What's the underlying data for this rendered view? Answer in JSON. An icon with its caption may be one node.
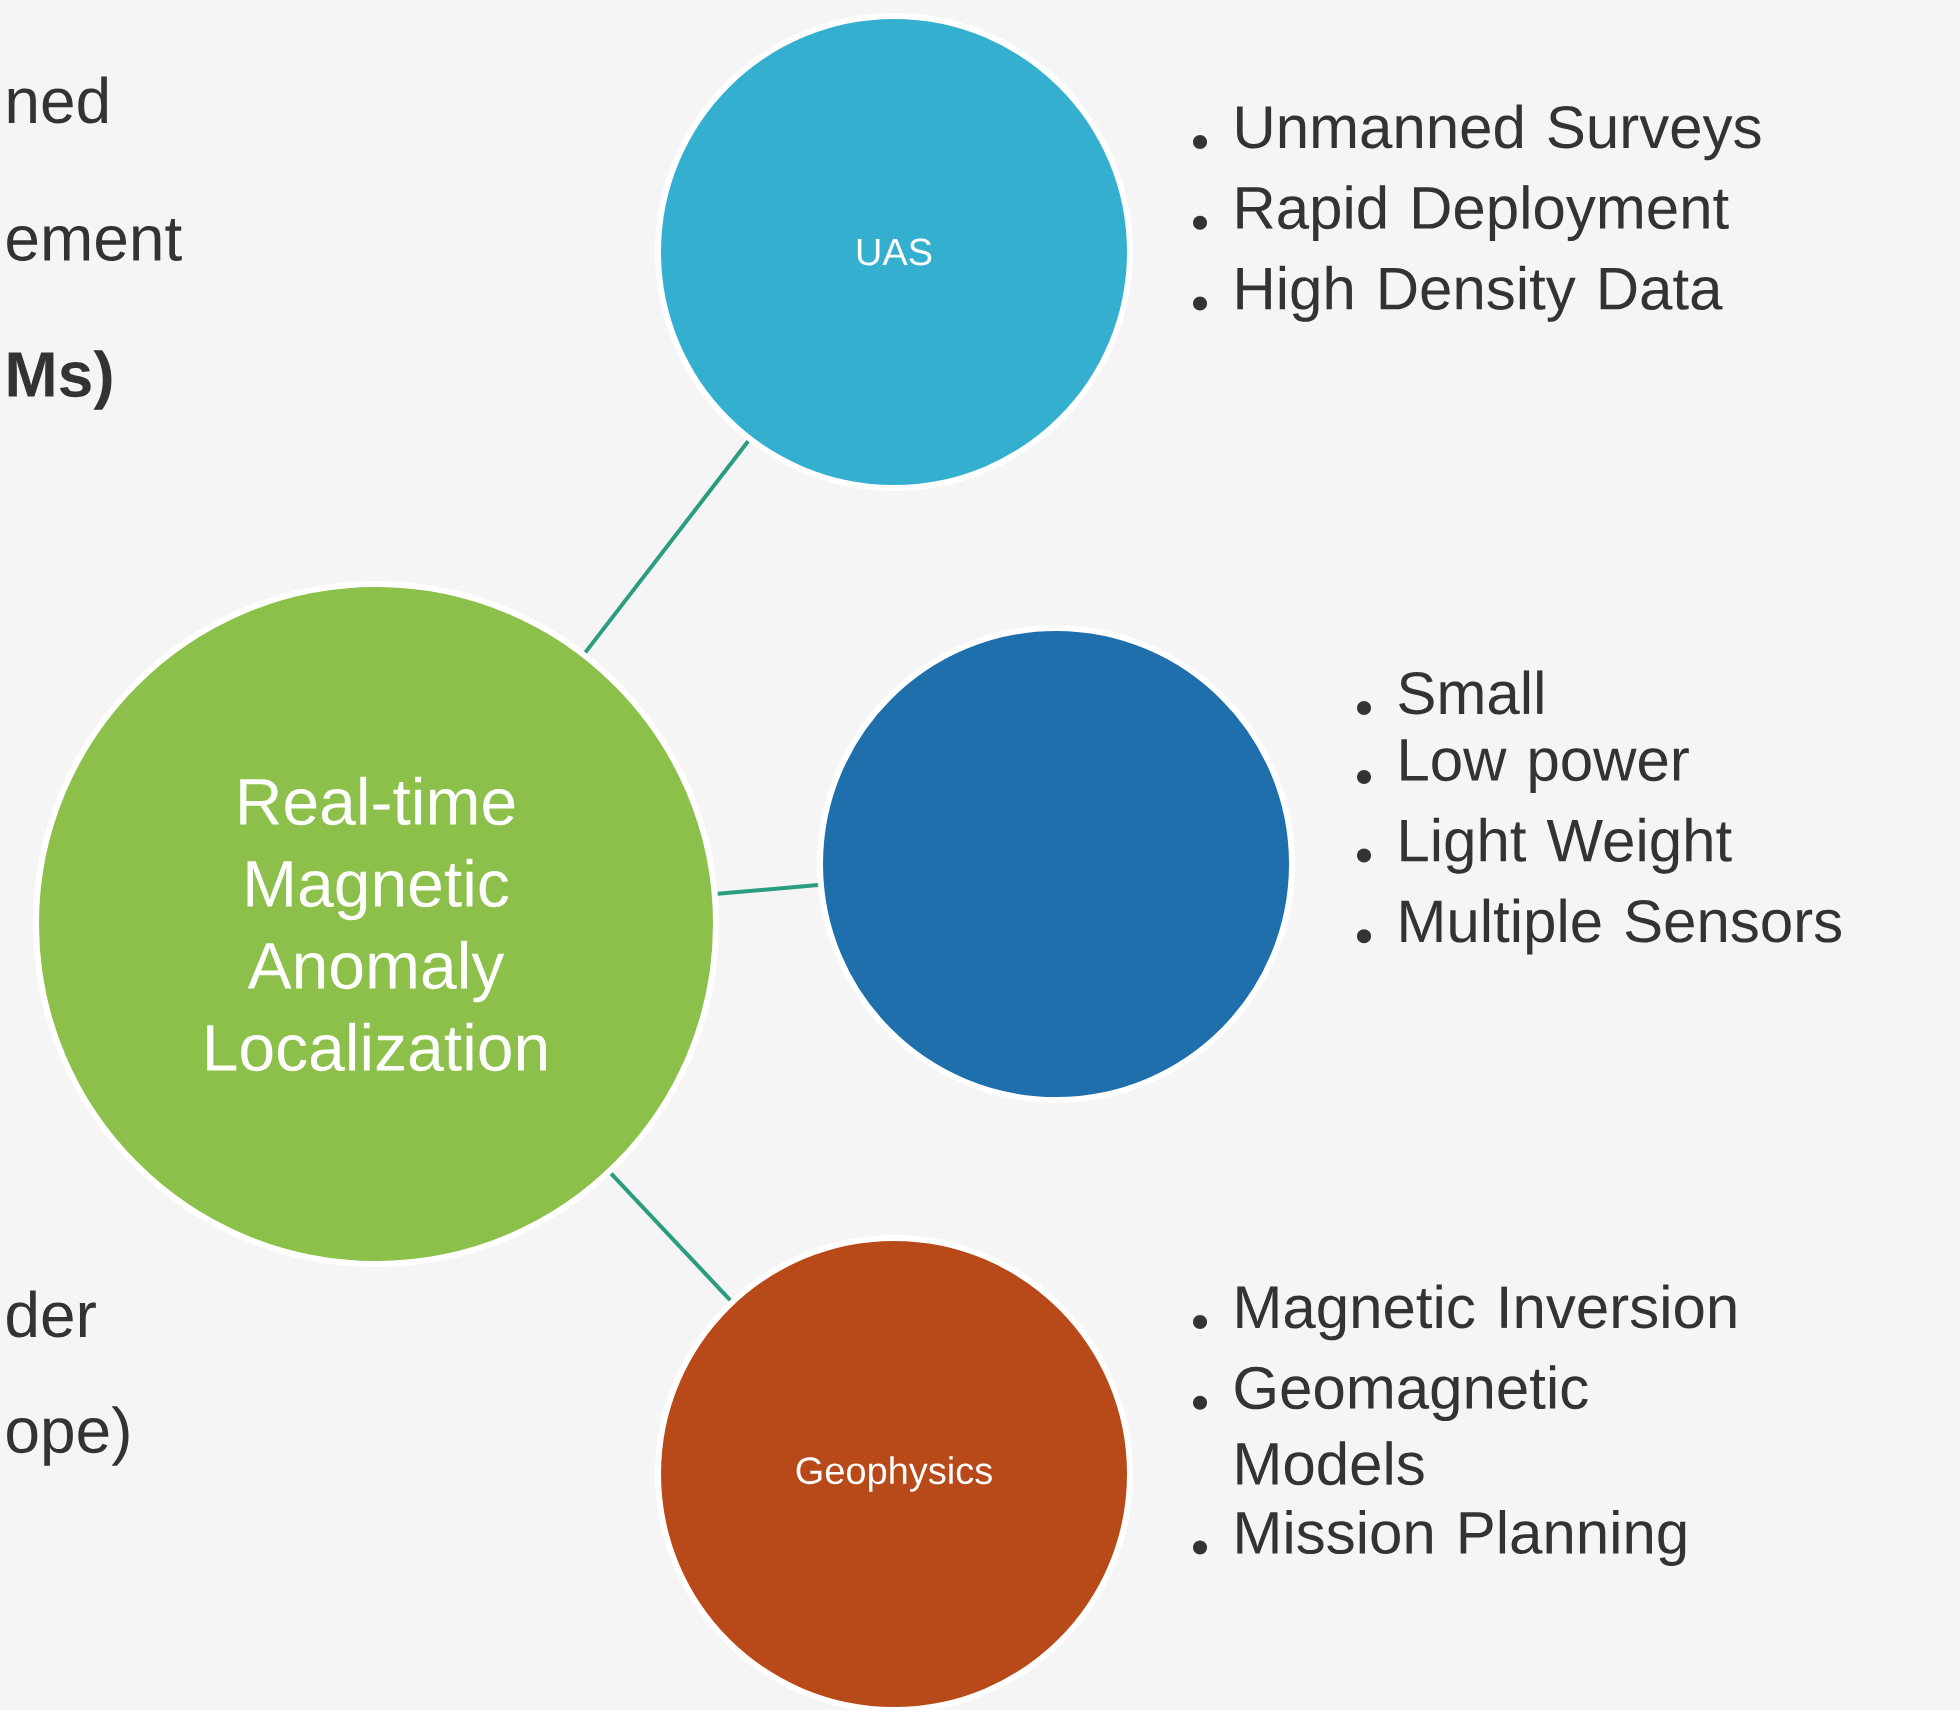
{
  "diagram": {
    "nodes": [
      {
        "text": [
          "Real-time Magnetic Anomaly Localization"
        ]
      },
      {
        "text": [
          "UAS"
        ],
        "beside": [
          "Unmanned Surveys",
          "Rapid Deployment",
          "High Density Data"
        ]
      },
      {
        "text": [],
        "shape": "circle",
        "beside": [
          "Small",
          "Low power",
          "Light Weight",
          "Multiple Sensors"
        ]
      },
      {
        "text": [
          "Geophysics"
        ],
        "beside": [
          "Magnetic Inversion",
          "Geomagnetic Models",
          "Mission Planning"
        ]
      }
    ],
    "edges": [
      {
        "from": 0,
        "to": 1,
        "arrow": "none"
      },
      {
        "from": 0,
        "to": 2,
        "arrow": "none"
      },
      {
        "from": 0,
        "to": 3,
        "arrow": "none"
      }
    ],
    "labels": [
      "ned",
      "ement",
      "Ms)",
      "der",
      "ope)"
    ]
  }
}
